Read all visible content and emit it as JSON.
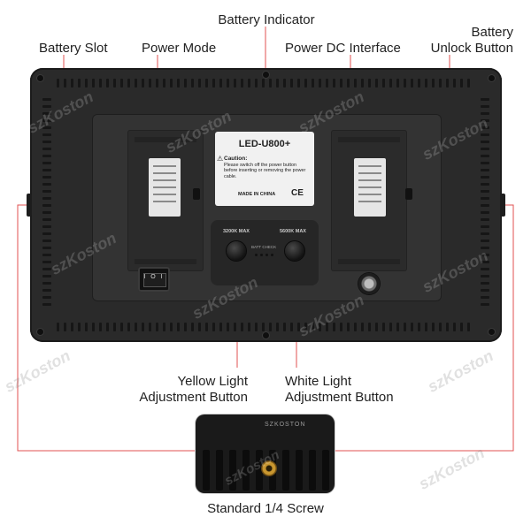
{
  "labels": {
    "battery_indicator": "Battery Indicator",
    "battery_slot": "Battery Slot",
    "power_mode": "Power Mode",
    "power_dc_interface": "Power DC Interface",
    "battery_unlock_line1": "Battery",
    "battery_unlock_line2": "Unlock Button",
    "yellow_light_line1": "Yellow Light",
    "yellow_light_line2": "Adjustment Button",
    "white_light_line1": "White Light",
    "white_light_line2": "Adjustment Button",
    "standard_screw": "Standard 1/4 Screw"
  },
  "device": {
    "model": "LED-U800+",
    "caution_title": "Caution:",
    "caution_body": "Please switch off the power button before inserting or removing the power cable.",
    "made_in": "MADE IN CHINA",
    "ce_mark": "CE",
    "knob_left_label": "3200K MAX",
    "knob_right_label": "5600K MAX",
    "batt_check": "BATT CHECK",
    "switch_glyph": "I O I",
    "inset_brand": "SZKOSTON"
  },
  "watermark": "szKoston",
  "colors": {
    "callout_line": "#e05252",
    "panel": "#2a2a2a",
    "background": "#ffffff"
  }
}
